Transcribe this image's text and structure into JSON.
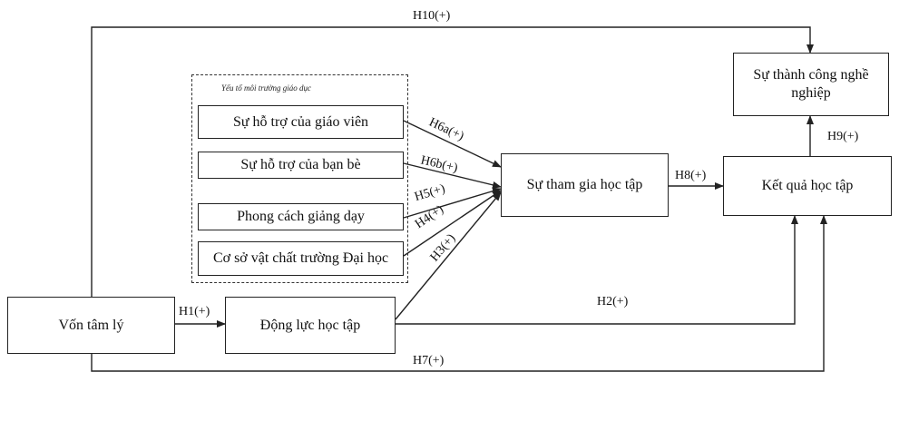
{
  "group": {
    "title": "Yếu tố môi trường giáo dục"
  },
  "nodes": {
    "von_tam_ly": "Vốn tâm lý",
    "dong_luc": "Động lực học tập",
    "ho_tro_gv": "Sự hỗ trợ của giáo viên",
    "ho_tro_bb": "Sự hỗ trợ của bạn bè",
    "phong_cach": "Phong cách giảng dạy",
    "co_so": "Cơ sở vật chất trường Đại học",
    "tham_gia": "Sự tham gia học tập",
    "ket_qua": "Kết quả học tập",
    "thanh_cong": "Sự thành công nghề nghiệp"
  },
  "hypotheses": {
    "h1": "H1(+)",
    "h2": "H2(+)",
    "h3": "H3(+)",
    "h4": "H4(+)",
    "h5": "H5(+)",
    "h6a": "H6a(+)",
    "h6b": "H6b(+)",
    "h7": "H7(+)",
    "h8": "H8(+)",
    "h9": "H9(+)",
    "h10": "H10(+)"
  }
}
